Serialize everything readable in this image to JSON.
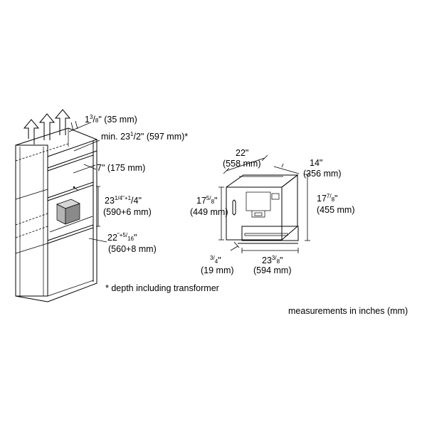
{
  "cabinet": {
    "top_gap": {
      "whole": "1",
      "num": "3",
      "den": "8",
      "mm": "(35 mm)"
    },
    "min_depth": {
      "prefix": "min. 23",
      "num": "1",
      "den": "2",
      "mm": "(597 mm)*"
    },
    "rail": {
      "text": "7\" (175 mm)"
    },
    "niche_height": {
      "whole": "23",
      "num1": "1",
      "den1": "4",
      "plus": "\"+",
      "num2": "1",
      "den2": "4",
      "mm": "(590+6 mm)"
    },
    "niche_width": {
      "whole": "22",
      "plus": "\"+",
      "num": "5",
      "den": "16",
      "mm": "(560+8 mm)"
    },
    "footnote": "* depth including transformer"
  },
  "appliance": {
    "width": {
      "inch": "22\"",
      "mm": "(558 mm)"
    },
    "depth": {
      "inch": "14\"",
      "mm": "(356 mm)"
    },
    "front_height": {
      "whole": "17",
      "num": "5",
      "den": "8",
      "mm": "(449 mm)"
    },
    "total_height": {
      "whole": "17",
      "num": "7",
      "den": "8",
      "mm": "(455 mm)"
    },
    "panel": {
      "num": "3",
      "den": "4",
      "mm": "(19 mm)"
    },
    "panel_width": {
      "whole": "23",
      "num": "3",
      "den": "8",
      "mm": "(594 mm)"
    }
  },
  "note": "measurements in inches (mm)",
  "colors": {
    "line": "#000000",
    "background": "#ffffff",
    "box_fill": "#b4b4b4",
    "box_top": "#d6d6d6",
    "box_side": "#8a8a8a"
  }
}
